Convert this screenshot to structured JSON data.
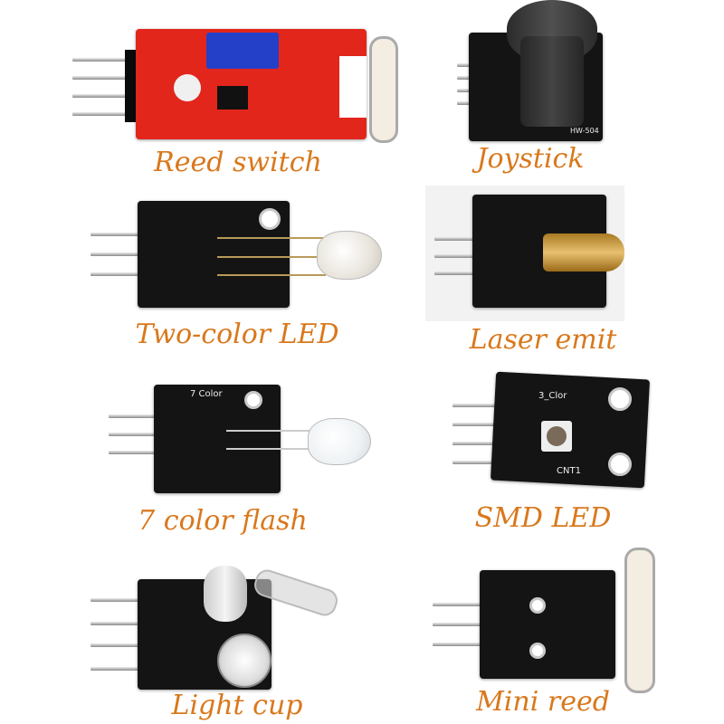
{
  "modules": [
    {
      "caption": "Reed switch"
    },
    {
      "caption": "Joystick",
      "board_text": "HW-504"
    },
    {
      "caption": "Two-color LED"
    },
    {
      "caption": "Laser emit"
    },
    {
      "caption": "7 color flash",
      "board_text": "7 Color"
    },
    {
      "caption": "SMD LED",
      "board_text": "3_Clor",
      "board_text2": "CNT1"
    },
    {
      "caption": "Light cup"
    },
    {
      "caption": "Mini reed"
    }
  ],
  "colors": {
    "caption": "#d9781c",
    "red_pcb": "#e2261c",
    "black_pcb": "#141414"
  }
}
